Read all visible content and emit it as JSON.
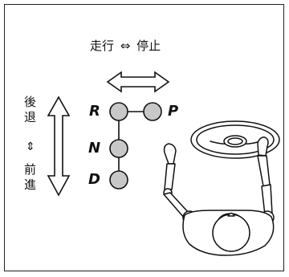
{
  "top_label": {
    "left": "走行",
    "arrow": "⇔",
    "right": "停止"
  },
  "side_label": {
    "top": [
      "後",
      "退"
    ],
    "arrow": "⇕",
    "bottom": [
      "前",
      "進"
    ]
  },
  "gears": {
    "r": "R",
    "p": "P",
    "n": "N",
    "d": "D"
  },
  "colors": {
    "knob_fill": "#c8c8c8",
    "stroke": "#111111",
    "border": "#222222"
  }
}
